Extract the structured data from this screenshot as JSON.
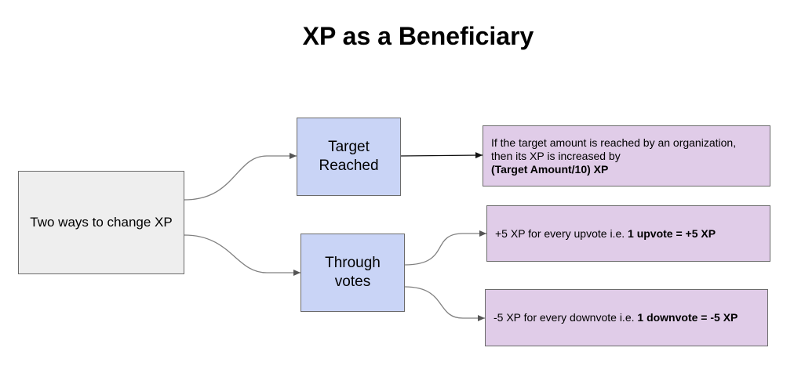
{
  "diagram": {
    "title": "XP as a Beneficiary",
    "root": {
      "label": "Two ways to change XP"
    },
    "branches": [
      {
        "label_line1": "Target",
        "label_line2": "Reached",
        "detail": {
          "line1": "If the target amount is reached by an organization,",
          "line2": "then its XP is increased by",
          "line3_bold": "(Target Amount/10) XP"
        }
      },
      {
        "label_line1": "Through",
        "label_line2": "votes",
        "details": [
          {
            "text": "+5 XP for every upvote i.e. ",
            "bold": "1 upvote = +5 XP"
          },
          {
            "text": "-5 XP for every downvote i.e. ",
            "bold": "1 downvote = -5 XP"
          }
        ]
      }
    ]
  },
  "colors": {
    "root_fill": "#eeeeee",
    "branch_fill": "#c9d4f6",
    "detail_fill": "#e0cce8",
    "border": "#6b6b6b",
    "connector": "#808080"
  }
}
